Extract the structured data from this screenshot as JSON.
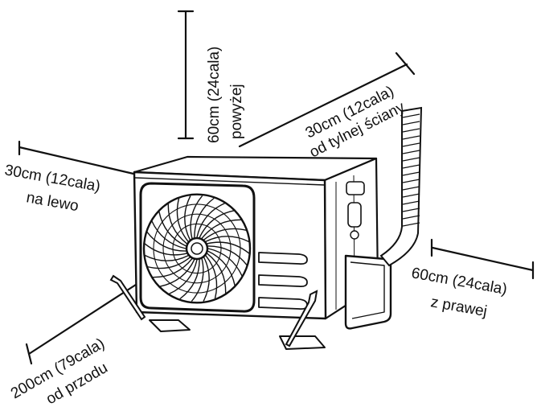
{
  "labels": {
    "top": {
      "line1": "60cm (24cala)",
      "line2": "powyżej"
    },
    "back": {
      "line1": "30cm (12cala)",
      "line2": "od tylnej ściany"
    },
    "left": {
      "line1": "30cm (12cala)",
      "line2": "na lewo"
    },
    "right": {
      "line1": "60cm (24cala)",
      "line2": "z prawej"
    },
    "front": {
      "line1": "200cm (79cala)",
      "line2": "od przodu"
    }
  },
  "colors": {
    "stroke": "#111111",
    "background": "#ffffff"
  }
}
